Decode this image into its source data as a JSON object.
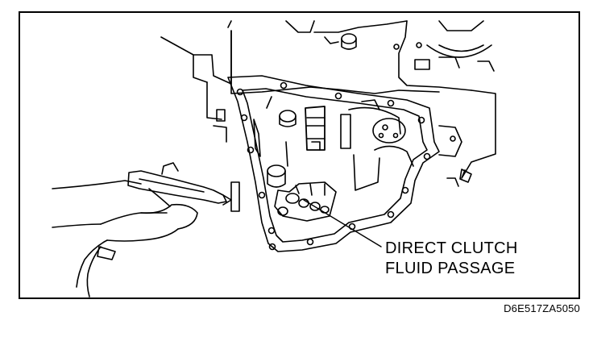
{
  "callout": {
    "line1": "DIRECT CLUTCH",
    "line2": "FLUID PASSAGE"
  },
  "figure_code": "D6E517ZA5050",
  "colors": {
    "line": "#000000",
    "background": "#ffffff"
  }
}
